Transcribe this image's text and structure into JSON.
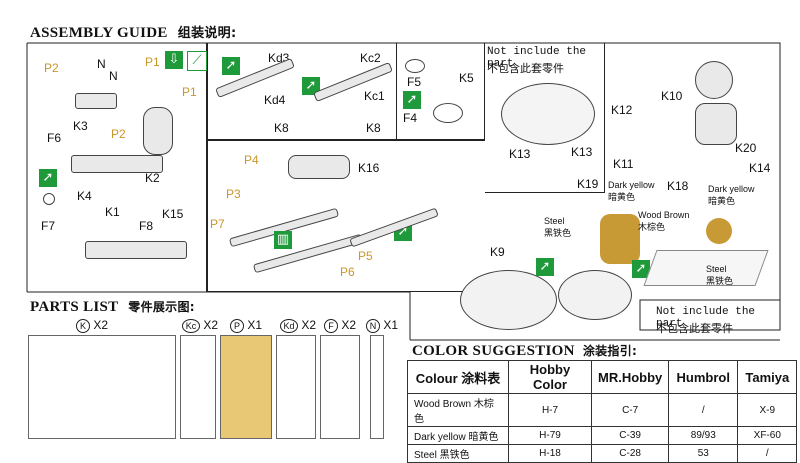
{
  "assembly_guide_title": "ASSEMBLY GUIDE",
  "assembly_guide_title_cn": "组装说明:",
  "parts_list_title": "PARTS LIST",
  "parts_list_title_cn": "零件展示图:",
  "color_suggestion_title": "COLOR SUGGESTION",
  "color_suggestion_title_cn": "涂装指引:",
  "panel1_labels": {
    "p2a": "P2",
    "na": "N",
    "nb": "N",
    "p1a": "P1",
    "p1b": "P1",
    "k3": "K3",
    "p2b": "P2",
    "f6": "F6",
    "k2": "K2",
    "k4": "K4",
    "k1": "K1",
    "f7": "F7",
    "f8": "F8",
    "k15": "K15"
  },
  "panel2_labels": {
    "kd3": "Kd3",
    "kc2": "Kc2",
    "kd4": "Kd4",
    "kc1": "Kc1",
    "k8a": "K8",
    "k8b": "K8"
  },
  "panel3_labels": {
    "f5": "F5",
    "k5": "K5",
    "f4": "F4"
  },
  "panel4_labels": {
    "not_include": "Not include the part",
    "not_include_cn": "不包含此套零件",
    "k13a": "K13",
    "k13b": "K13",
    "k19": "K19"
  },
  "panel5_labels": {
    "k10": "K10",
    "k12": "K12",
    "k11": "K11",
    "k18": "K18",
    "k20": "K20",
    "k14": "K14"
  },
  "panel6_labels": {
    "p4": "P4",
    "k16": "K16",
    "p3": "P3",
    "p7": "P7",
    "p5": "P5",
    "p6": "P6",
    "k9": "K9"
  },
  "callouts": {
    "dark_yellow_a": "Dark yellow",
    "dark_yellow_a_cn": "暗黄色",
    "dark_yellow_b": "Dark yellow",
    "dark_yellow_b_cn": "暗黄色",
    "steel_a": "Steel",
    "steel_a_cn": "黑铁色",
    "wood_brown": "Wood Brown",
    "wood_brown_cn": "木棕色",
    "steel_b": "Steel",
    "steel_b_cn": "黑铁色",
    "not_include": "Not include the part",
    "not_include_cn": "不包含此套零件"
  },
  "parts_list": [
    {
      "letter": "K",
      "qty": "X2"
    },
    {
      "letter": "Kc",
      "qty": "X2"
    },
    {
      "letter": "P",
      "qty": "X1"
    },
    {
      "letter": "Kd",
      "qty": "X2"
    },
    {
      "letter": "F",
      "qty": "X2"
    },
    {
      "letter": "N",
      "qty": "X1"
    }
  ],
  "color_table": {
    "headers": [
      "Colour 涂料表",
      "Hobby Color",
      "MR.Hobby",
      "Humbrol",
      "Tamiya"
    ],
    "rows": [
      {
        "name": "Wood Brown",
        "cn": "木棕色",
        "hobby": "H-7",
        "mr": "C-7",
        "humbrol": "/",
        "tamiya": "X-9"
      },
      {
        "name": "Dark yellow",
        "cn": "暗黄色",
        "hobby": "H-79",
        "mr": "C-39",
        "humbrol": "89/93",
        "tamiya": "XF-60"
      },
      {
        "name": "Steel",
        "cn": "黑铁色",
        "hobby": "H-18",
        "mr": "C-28",
        "humbrol": "53",
        "tamiya": "/"
      }
    ]
  },
  "colors": {
    "accent_green": "#1f9a3a",
    "label_yellow": "#c9962a",
    "part_gold": "#c89a35"
  }
}
